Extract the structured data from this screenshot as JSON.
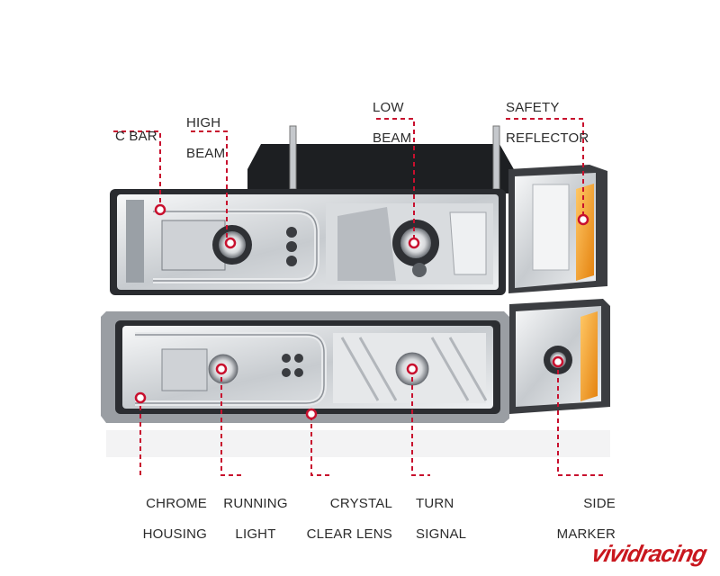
{
  "callouts": {
    "c_bar": [
      "C BAR"
    ],
    "high_beam": [
      "HIGH",
      "BEAM"
    ],
    "low_beam": [
      "LOW",
      "BEAM"
    ],
    "safety_reflector": [
      "SAFETY",
      "REFLECTOR"
    ],
    "chrome_housing": [
      "CHROME",
      "HOUSING"
    ],
    "running_light": [
      "RUNNING",
      "LIGHT"
    ],
    "crystal_clear_lens": [
      "CRYSTAL",
      "CLEAR LENS"
    ],
    "turn_signal": [
      "TURN",
      "SIGNAL"
    ],
    "side_marker": [
      "SIDE",
      "MARKER"
    ]
  },
  "logo": {
    "text": "vividracing",
    "color": "#c9171e"
  },
  "colors": {
    "callout_line": "#c8102e",
    "amber": "#f29a1f",
    "chrome": "#b9bcc0"
  }
}
